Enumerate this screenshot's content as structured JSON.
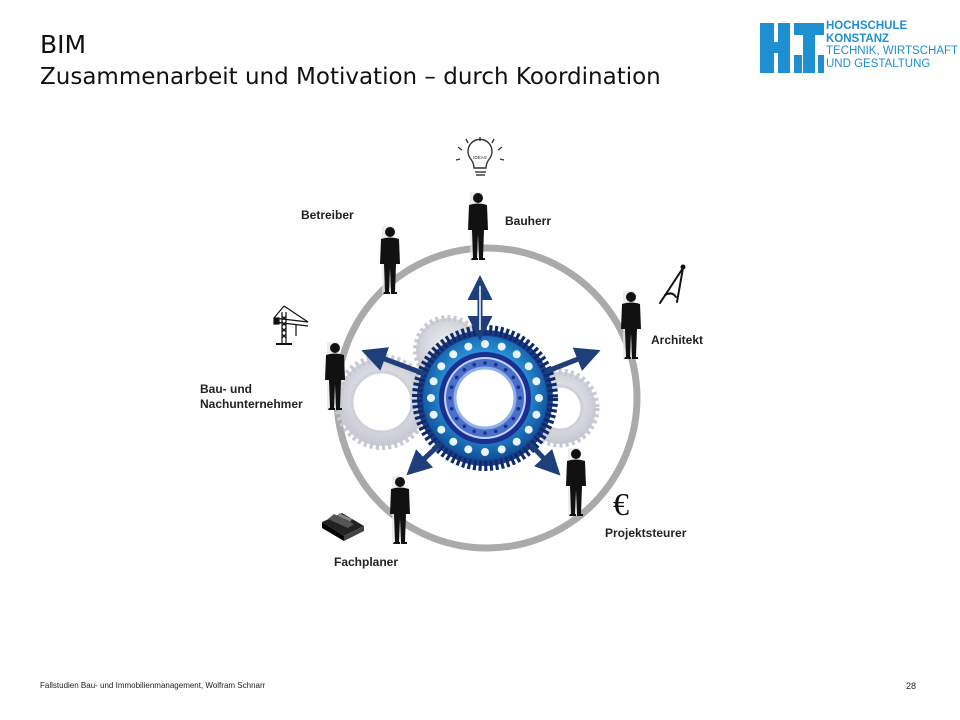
{
  "slide": {
    "title": "BIM",
    "subtitle": "Zusammenarbeit und Motivation – durch Koordination"
  },
  "logo": {
    "line1": "HOCHSCHULE",
    "line2": "KONSTANZ",
    "line3": "TECHNIK, WIRTSCHAFT",
    "line4": "UND GESTALTUNG",
    "color": "#1e8fd0"
  },
  "diagram": {
    "roles": [
      {
        "label": "Bauherr",
        "icon": "lightbulb-ideas-icon"
      },
      {
        "label": "Architekt",
        "icon": "compass-icon"
      },
      {
        "label": "Projektsteurer",
        "icon": "euro-icon"
      },
      {
        "label": "Fachplaner",
        "icon": "toolbox-icon"
      },
      {
        "label": "Bau- und\nNachunternehmer",
        "icon": "crane-icon"
      },
      {
        "label": "Betreiber",
        "icon": ""
      }
    ],
    "bulb_text": "IDEAS",
    "euro_symbol": "€",
    "colors": {
      "gear_main": "#2a8fd4",
      "gear_dark": "#1a2f8f",
      "ring": "#aaaaaa",
      "arrow": "#1f3f7a"
    }
  },
  "footer": {
    "text": "Fallstudien Bau- und Immobilienmanagement, Wolfram Schnarr",
    "page": "28"
  }
}
